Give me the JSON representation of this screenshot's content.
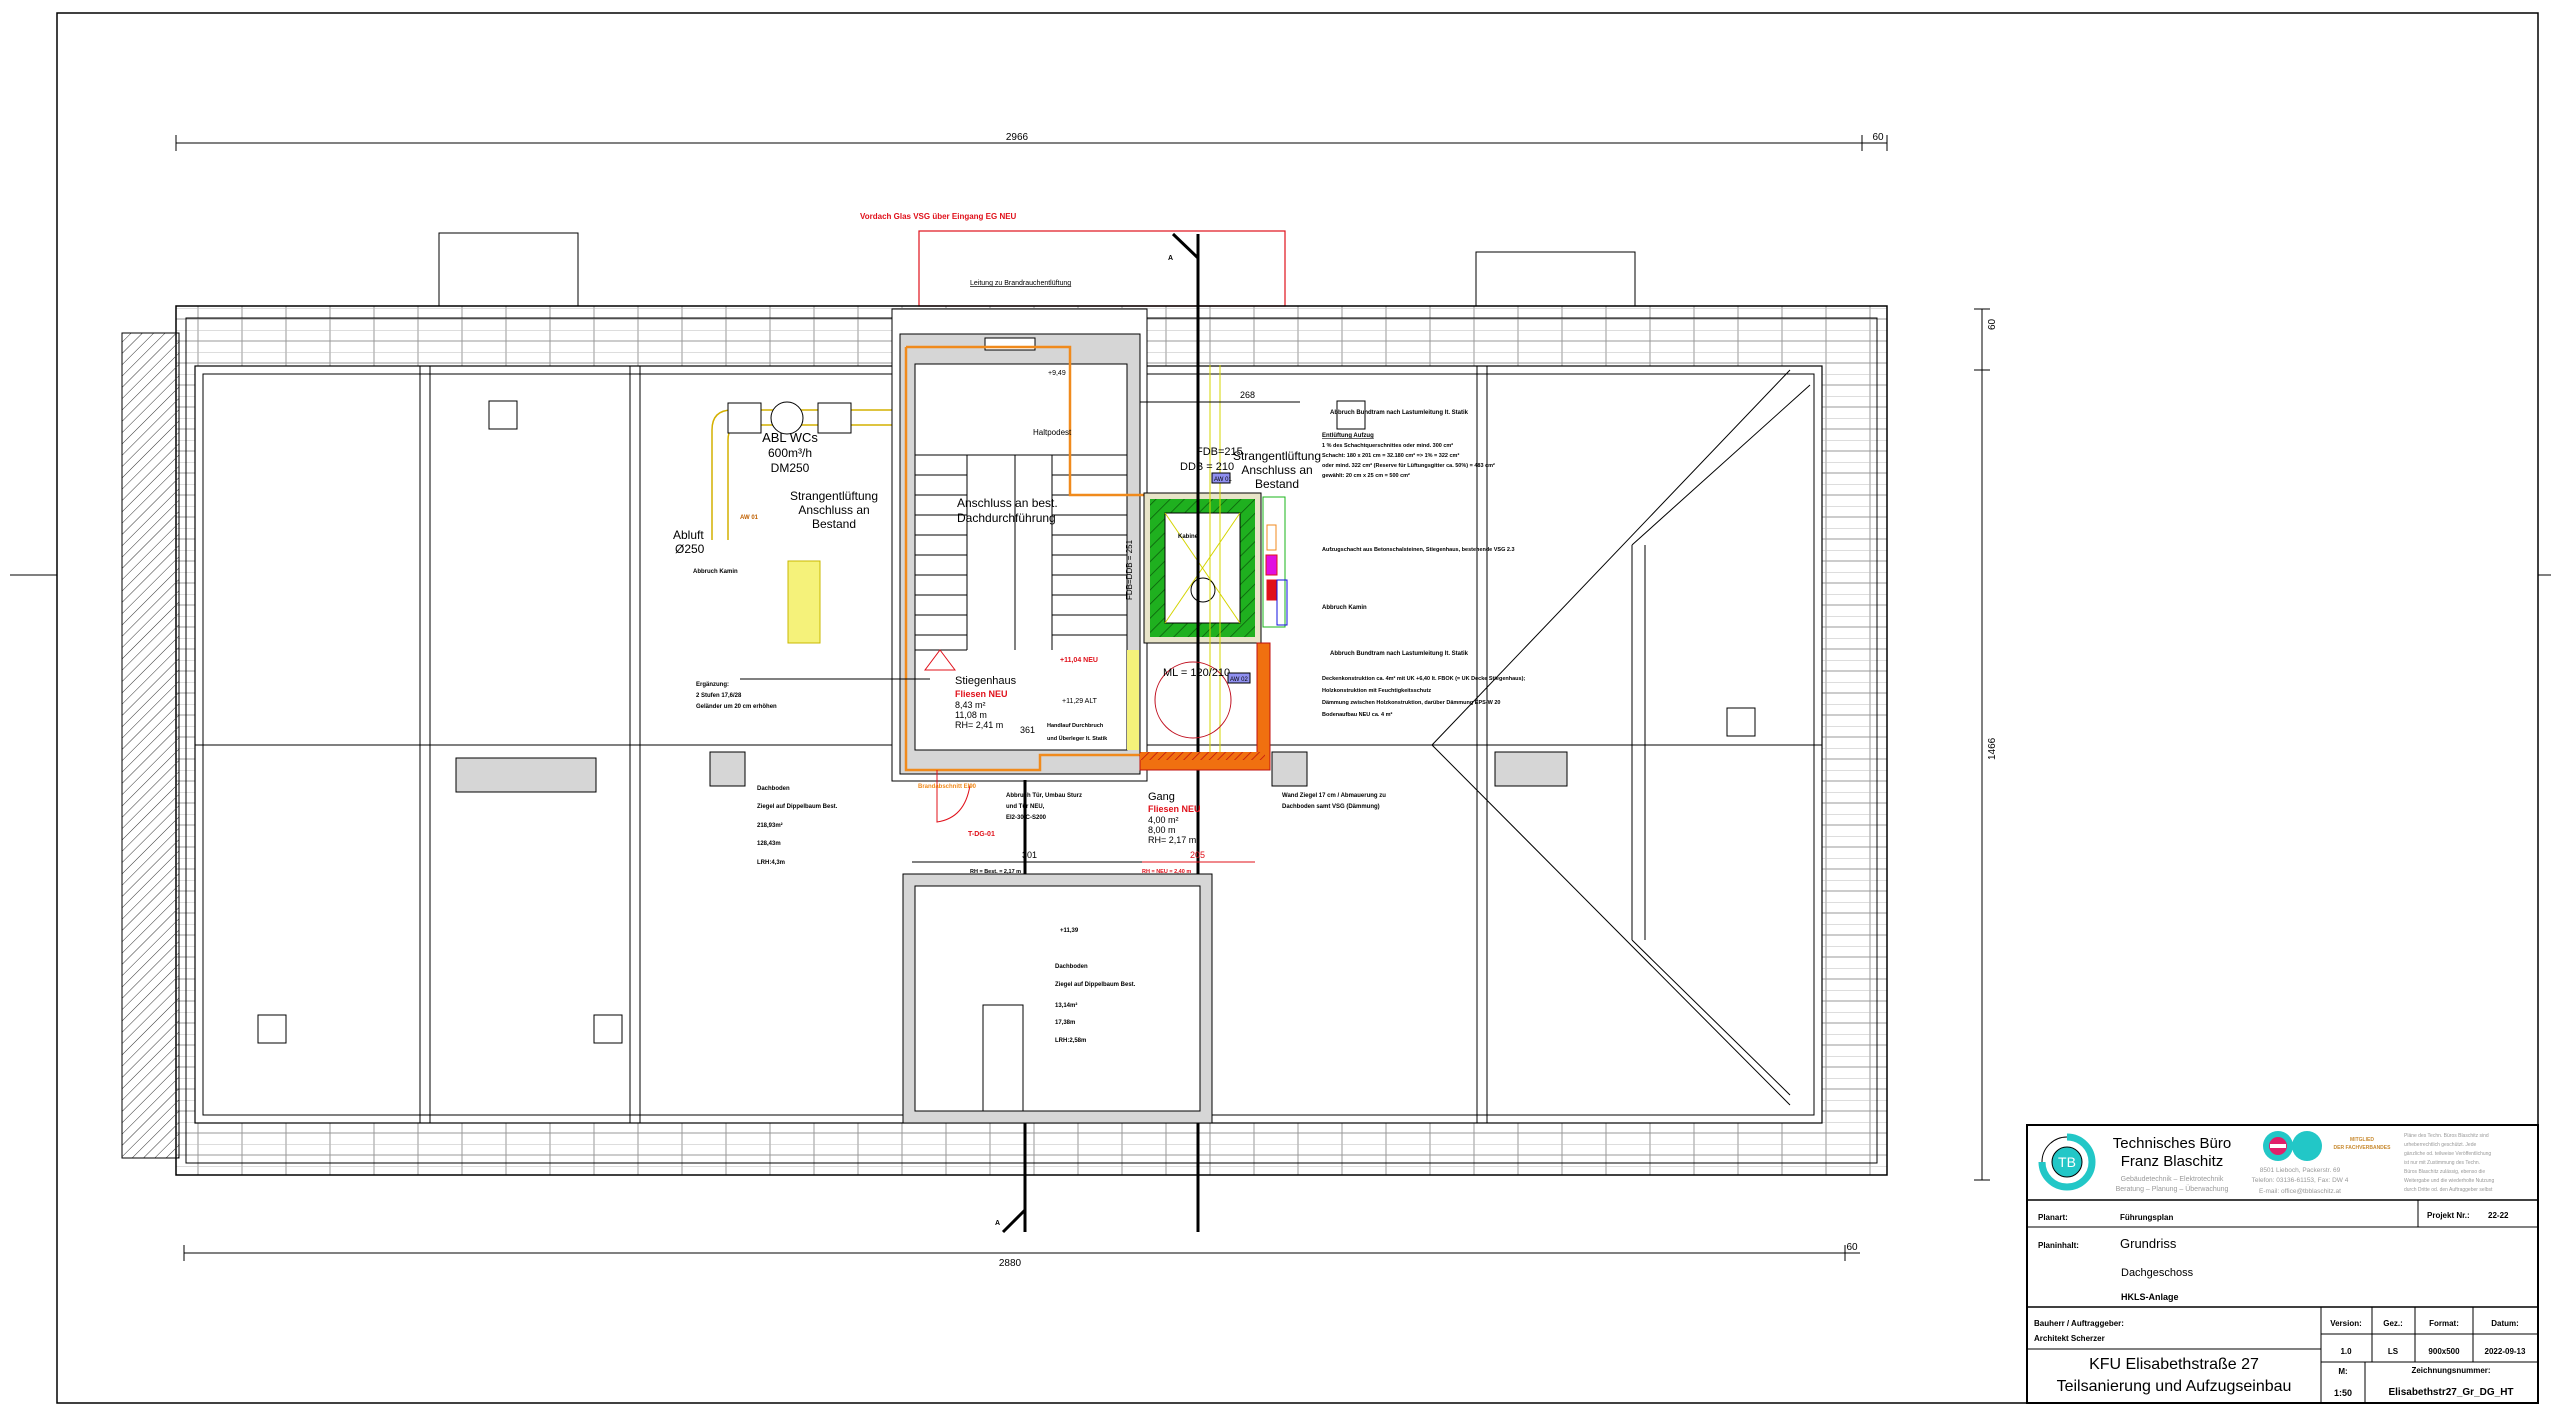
{
  "drawing": {
    "dimensions": {
      "top_total": "2966",
      "top_right": "60",
      "bottom_total": "2880",
      "bottom_right": "60",
      "right_total": "1466",
      "right_top": "60",
      "stair_width": "361",
      "lower_width": "301",
      "gang_width": "205",
      "wall_top": "268"
    },
    "labels": {
      "canopy_note": "Vordach Glas VSG über Eingang EG NEU",
      "section_mark_top": "A",
      "section_mark_bottom": "A",
      "ventilation_unit": [
        "ABL WCs",
        "600m³/h",
        "DM250"
      ],
      "exhaust": [
        "Abluft",
        "Ø250"
      ],
      "strang_left": [
        "Strangentlüftung",
        "Anschluss an",
        "Bestand"
      ],
      "strang_right": [
        "Strangentlüftung",
        "Anschluss an",
        "Bestand"
      ],
      "roof_penetration": [
        "Anschluss an best.",
        "Dachdurchführung"
      ],
      "landing": "Haltpodest",
      "level_top": "+9,49",
      "stairwell": {
        "name": "Stiegenhaus",
        "floor": "Fliesen NEU",
        "area": "8,43 m²",
        "perimeter": "11,08 m",
        "height": "RH= 2,41 m"
      },
      "level_new": "+11,04 NEU",
      "level_old": "+11,29 ALT",
      "corridor": {
        "name": "Gang",
        "floor": "Fliesen NEU",
        "area": "4,00 m²",
        "perimeter": "8,00 m",
        "height": "RH= 2,17 m"
      },
      "elevator_door": "ML = 120/210",
      "fdb": "FDB=215",
      "ddb": "DDB = 210",
      "fdb_ddb_side": "FDB=DDB = 251",
      "aw01": "AW 01",
      "aw02": "AW 02",
      "cabin": "Kabine",
      "attic_left": [
        "Dachboden",
        "Ziegel auf Dippelbaum Best.",
        "218,93m²",
        "128,43m",
        "LRH:4,3m"
      ],
      "attic_lower": [
        "+11,39",
        "Dachboden",
        "Ziegel auf Dippelbaum Best.",
        "13,14m²",
        "17,38m",
        "LRH:2,58m"
      ],
      "door_tag": "T-DG-01",
      "fire_section": "Brandabschnitt EI90",
      "rh_existing": "RH = Best. = 2,17 m",
      "rh_new": "RH = NEU = 2,40 m",
      "demolish_chimney": "Abbruch Kamin",
      "demolish_chimney_2": "Abbruch Kamin",
      "shaft_note": "Aufzugschacht aus Betonschalsteinen, Stiegenhaus, bestehende VSG 2.3",
      "ceiling_note": [
        "Deckenkonstruktion ca. 4m² mit UK +6,40 lt. FBOK (= UK Decke Stiegenhaus);",
        "Holzkonstruktion mit Feuchtigkeitsschutz",
        "Dämmung zwischen Holzkonstruktion, darüber Dämmung EPS-W 20",
        "Bodenaufbau NEU ca. 4 m²"
      ],
      "vent_opening": [
        "Entlüftung Aufzug",
        "1 % des Schachtquerschnittes oder mind. 300 cm²",
        "Schacht: 180 x 201 cm = 32.180 cm² => 1% = 322 cm²",
        "oder mind. 322 cm² (Reserve für Lüftungsgitter ca. 50%) = 483 cm²",
        "gewählt: 20 cm x 25 cm = 500 cm²"
      ],
      "demolish_top": "Abbruch Bundtram nach Lastumleitung lt. Statik",
      "demolish_bottom": "Abbruch Bundtram nach Lastumleitung lt. Statik",
      "door_note": [
        "Abbruch Tür, Umbau Sturz",
        "und Tür NEU,",
        "EI2-30-C-S200"
      ],
      "wall_note": [
        "Wand Ziegel 17 cm / Abmauerung zu",
        "Dachboden samt VSG (Dämmung)"
      ],
      "breakthrough": [
        "Handlauf Durchbruch",
        "und Überleger lt. Statik"
      ],
      "enlargement": [
        "Ergänzung:",
        "2 Stufen 17,6/28",
        "Geländer um 20 cm erhöhen"
      ],
      "line_to_hatch": "Leitung zu Brandrauchentlüftung"
    }
  },
  "title_block": {
    "company_line1": "Technisches Büro",
    "company_line2": "Franz Blaschitz",
    "company_sub1": "Gebäudetechnik – Elektrotechnik",
    "company_sub2": "Beratung – Planung – Überwachung",
    "logo_letters": "TB",
    "address": "8501 Lieboch, Packerstr. 69",
    "phone": "Telefon: 03136-61153, Fax: DW 4",
    "email": "E-mail: office@tbblaschitz.at",
    "member_badge": [
      "MITGLIED",
      "DER FACHVERBANDES"
    ],
    "copyright": [
      "Pläne des Techn. Büros Blaschitz sind",
      "urheberrechtlich geschützt. Jede",
      "gänzliche od. teilweise Veröffentlichung",
      "ist nur mit Zustimmung des Techn.",
      "Büros Blaschitz zulässig, ebenso die",
      "Weitergabe und die wiederholte Nutzung",
      "durch Dritte od. den Auftraggeber selbst"
    ],
    "planart_label": "Planart:",
    "planart_value": "Führungsplan",
    "project_label": "Projekt Nr.:",
    "project_value": "22-22",
    "planinhalt_label": "Planinhalt:",
    "planinhalt_1": "Grundriss",
    "planinhalt_2": "Dachgeschoss",
    "planinhalt_3": "HKLS-Anlage",
    "client_label": "Bauherr / Auftraggeber:",
    "client_value": "Architekt Scherzer",
    "project_title_1": "KFU Elisabethstraße 27",
    "project_title_2": "Teilsanierung und Aufzugseinbau",
    "version_label": "Version:",
    "version_value": "1.0",
    "drawn_label": "Gez.:",
    "drawn_value": "LS",
    "format_label": "Format:",
    "format_value": "900x500",
    "date_label": "Datum:",
    "date_value": "2022-09-13",
    "scale_label": "M:",
    "scale_value": "1:50",
    "drawing_no_label": "Zeichnungsnummer:",
    "drawing_no_value": "Elisabethstr27_Gr_DG_HT"
  },
  "colors": {
    "orange": "#f08a1c",
    "red": "#e0101a",
    "green": "#18b418",
    "yellow": "#f5f27a",
    "duct": "#d4b000",
    "grey_wall": "#d6d6d6",
    "teal": "#22c7c7"
  }
}
